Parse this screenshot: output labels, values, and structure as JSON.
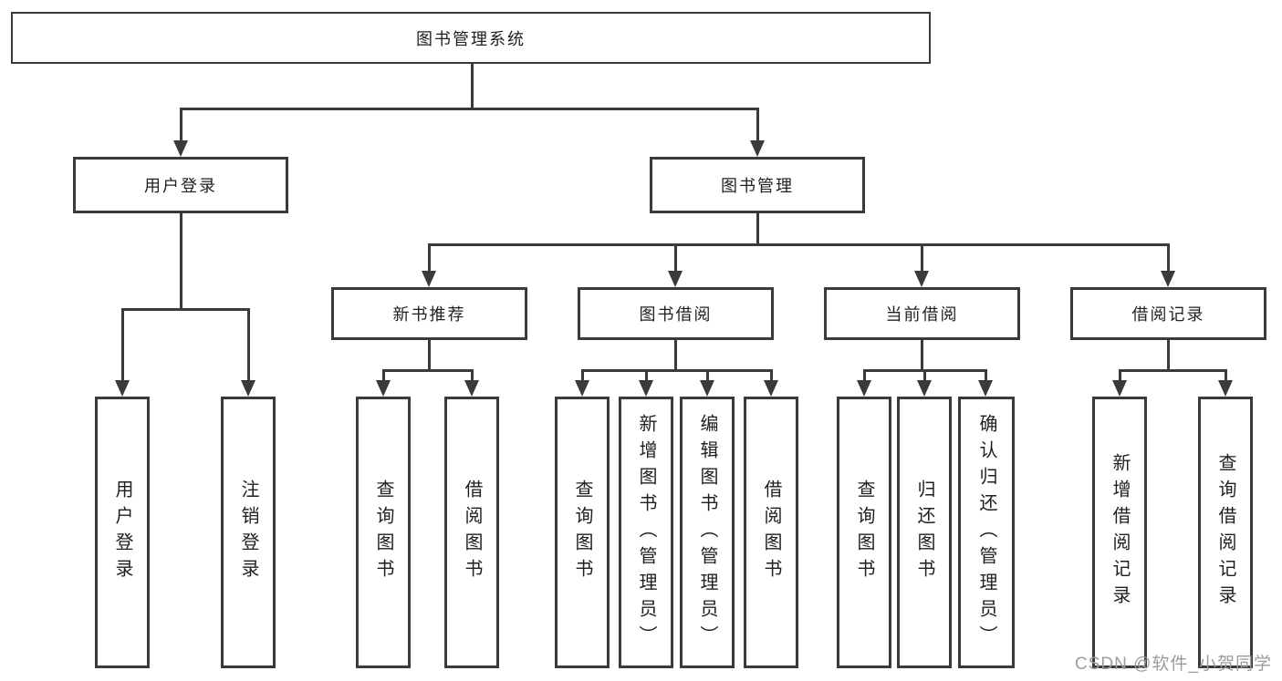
{
  "nodes": {
    "root": "图书管理系统",
    "user_login": "用户登录",
    "book_mgmt": "图书管理",
    "new_book_rec": "新书推荐",
    "book_borrowing": "图书借阅",
    "current_borrowing": "当前借阅",
    "borrowing_records": "借阅记录",
    "leaf_user_login": "用户登录",
    "leaf_logout": "注销登录",
    "nbr_query_books": "查询图书",
    "nbr_borrow_books": "借阅图书",
    "bb_query_books": "查询图书",
    "bb_add_books_admin": "新增图书（管理员）",
    "bb_edit_books_admin": "编辑图书（管理员）",
    "bb_borrow_books": "借阅图书",
    "cb_query_books": "查询图书",
    "cb_return_books": "归还图书",
    "cb_confirm_return_admin": "确认归还（管理员）",
    "br_add_record": "新增借阅记录",
    "br_query_record": "查询借阅记录"
  },
  "watermark": "CSDN @软件_小贺同学",
  "colors": {
    "line": "#3a3a3a",
    "text": "#1f1f1f",
    "bg": "#ffffff",
    "watermark": "#9c9c9c"
  }
}
